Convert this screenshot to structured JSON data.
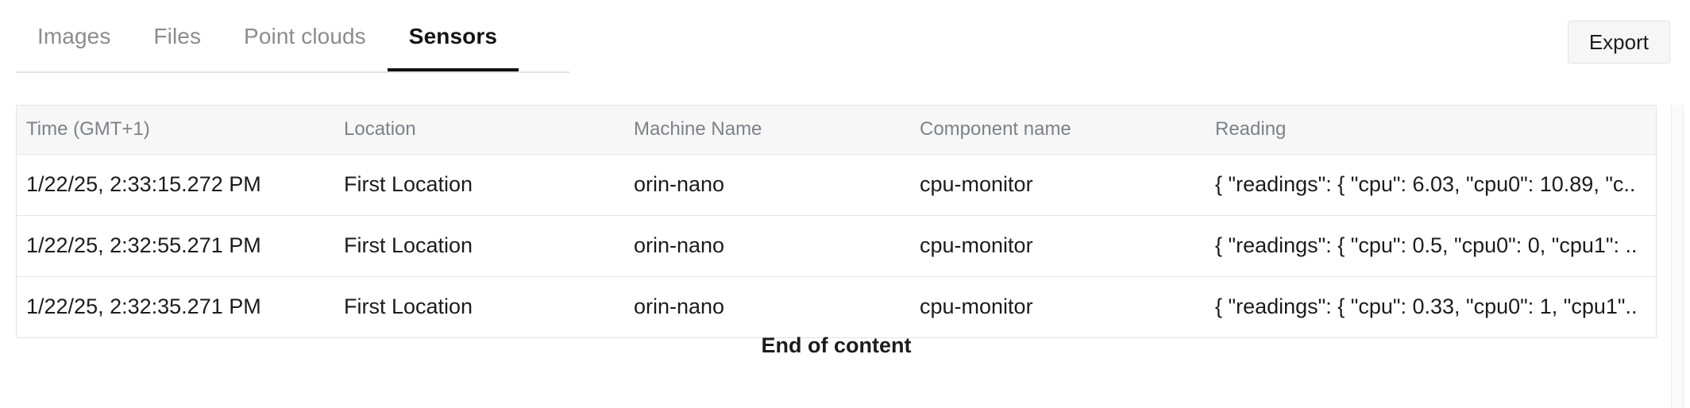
{
  "tabs": [
    {
      "label": "Images",
      "active": false
    },
    {
      "label": "Files",
      "active": false
    },
    {
      "label": "Point clouds",
      "active": false
    },
    {
      "label": "Sensors",
      "active": true
    }
  ],
  "toolbar": {
    "export_label": "Export"
  },
  "table": {
    "columns": [
      "Time (GMT+1)",
      "Location",
      "Machine Name",
      "Component name",
      "Reading"
    ],
    "rows": [
      {
        "time": "1/22/25, 2:33:15.272 PM",
        "location": "First Location",
        "machine": "orin-nano",
        "component": "cpu-monitor",
        "reading": "{ \"readings\": { \"cpu\": 6.03, \"cpu0\": 10.89, \"c.."
      },
      {
        "time": "1/22/25, 2:32:55.271 PM",
        "location": "First Location",
        "machine": "orin-nano",
        "component": "cpu-monitor",
        "reading": "{ \"readings\": { \"cpu\": 0.5, \"cpu0\": 0, \"cpu1\": .."
      },
      {
        "time": "1/22/25, 2:32:35.271 PM",
        "location": "First Location",
        "machine": "orin-nano",
        "component": "cpu-monitor",
        "reading": "{ \"readings\": { \"cpu\": 0.33, \"cpu0\": 1, \"cpu1\".."
      }
    ]
  },
  "footer": {
    "end_of_content": "End of content"
  },
  "colors": {
    "active_tab_underline": "#111111",
    "inactive_tab_text": "#8c8c8c",
    "header_bg": "#f7f7f8",
    "header_text": "#7d8287",
    "border": "#dfe3e6",
    "export_bg": "#f6f6f6"
  }
}
